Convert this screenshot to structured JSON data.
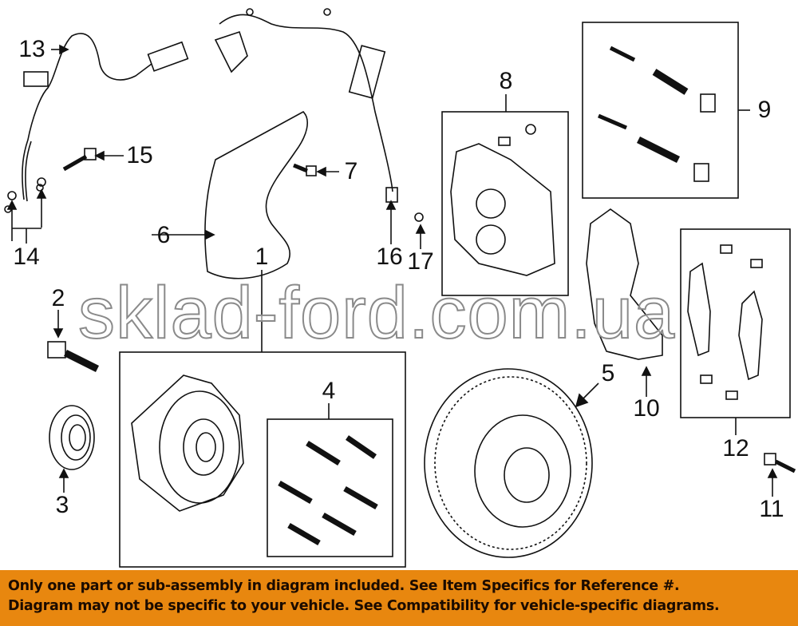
{
  "diagram": {
    "callouts": {
      "c1": "1",
      "c2": "2",
      "c3": "3",
      "c4": "4",
      "c5": "5",
      "c6": "6",
      "c7": "7",
      "c8": "8",
      "c9": "9",
      "c10": "10",
      "c11": "11",
      "c12": "12",
      "c13": "13",
      "c14": "14",
      "c15": "15",
      "c16": "16",
      "c17": "17"
    },
    "watermark": "sklad-ford.com.ua"
  },
  "banner": {
    "line1": "Only one part or sub-assembly in diagram included. See Item Specifics for Reference #.",
    "line2": "Diagram may not be specific to your vehicle. See Compatibility for vehicle-specific diagrams."
  },
  "colors": {
    "banner": "#e8870f",
    "text": "#1b0b00"
  }
}
